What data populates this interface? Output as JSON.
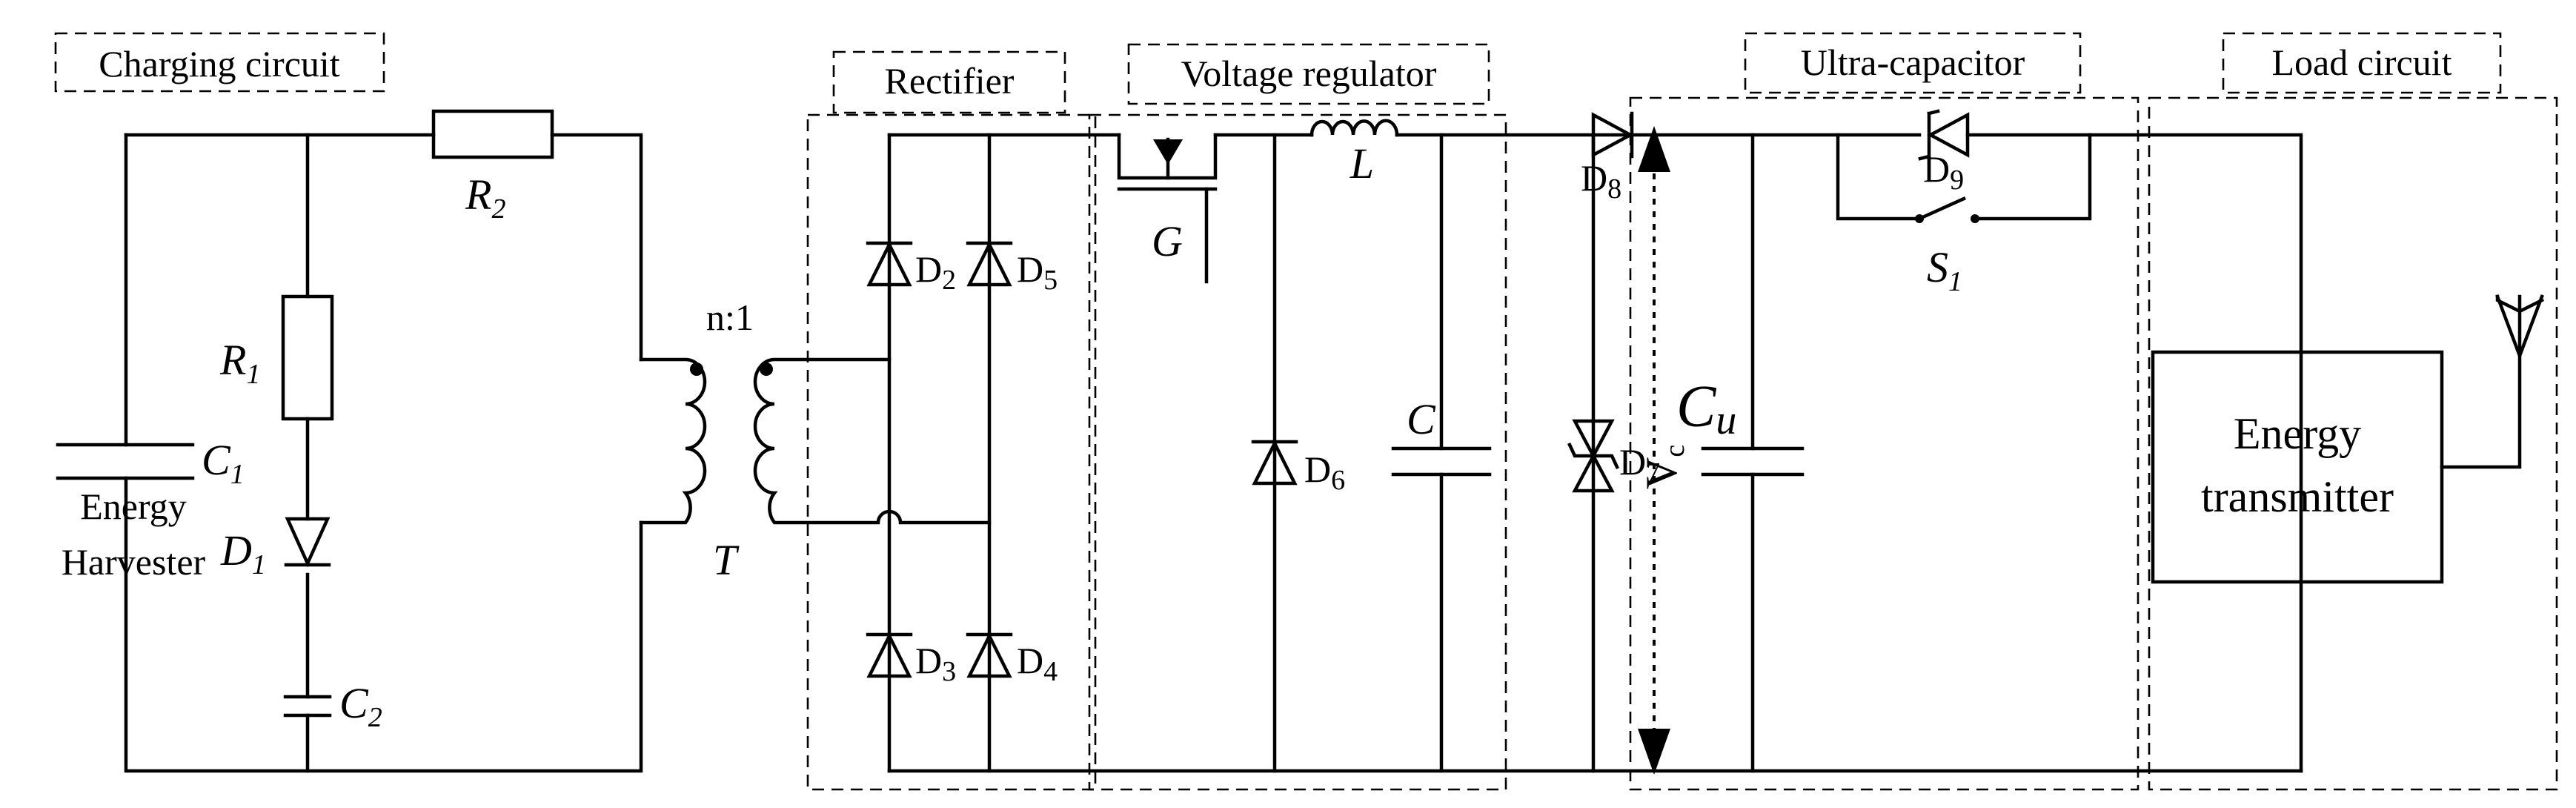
{
  "sections": {
    "charging": "Charging circuit",
    "rectifier": "Rectifier",
    "regulator": "Voltage regulator",
    "ultracap": "Ultra-capacitor",
    "load": "Load circuit"
  },
  "components": {
    "R1": "R",
    "R1_sub": "1",
    "R2": "R",
    "R2_sub": "2",
    "C1": "C",
    "C1_sub": "1",
    "D1": "D",
    "D1_sub": "1",
    "C2": "C",
    "C2_sub": "2",
    "harvester_line1": "Energy",
    "harvester_line2": "Harvester",
    "ratio": "n:1",
    "T": "T",
    "D2": "D",
    "D2_sub": "2",
    "D3": "D",
    "D3_sub": "3",
    "D4": "D",
    "D4_sub": "4",
    "D5": "D",
    "D5_sub": "5",
    "G": "G",
    "L": "L",
    "D6": "D",
    "D6_sub": "6",
    "C": "C",
    "D7": "D",
    "D7_sub": "7",
    "D8": "D",
    "D8_sub": "8",
    "D9": "D",
    "D9_sub": "9",
    "S1": "S",
    "S1_sub": "1",
    "Vc": "V",
    "Vc_sub": "c",
    "Cu": "C",
    "Cu_sub": "u",
    "transmitter_line1": "Energy",
    "transmitter_line2": "transmitter"
  }
}
